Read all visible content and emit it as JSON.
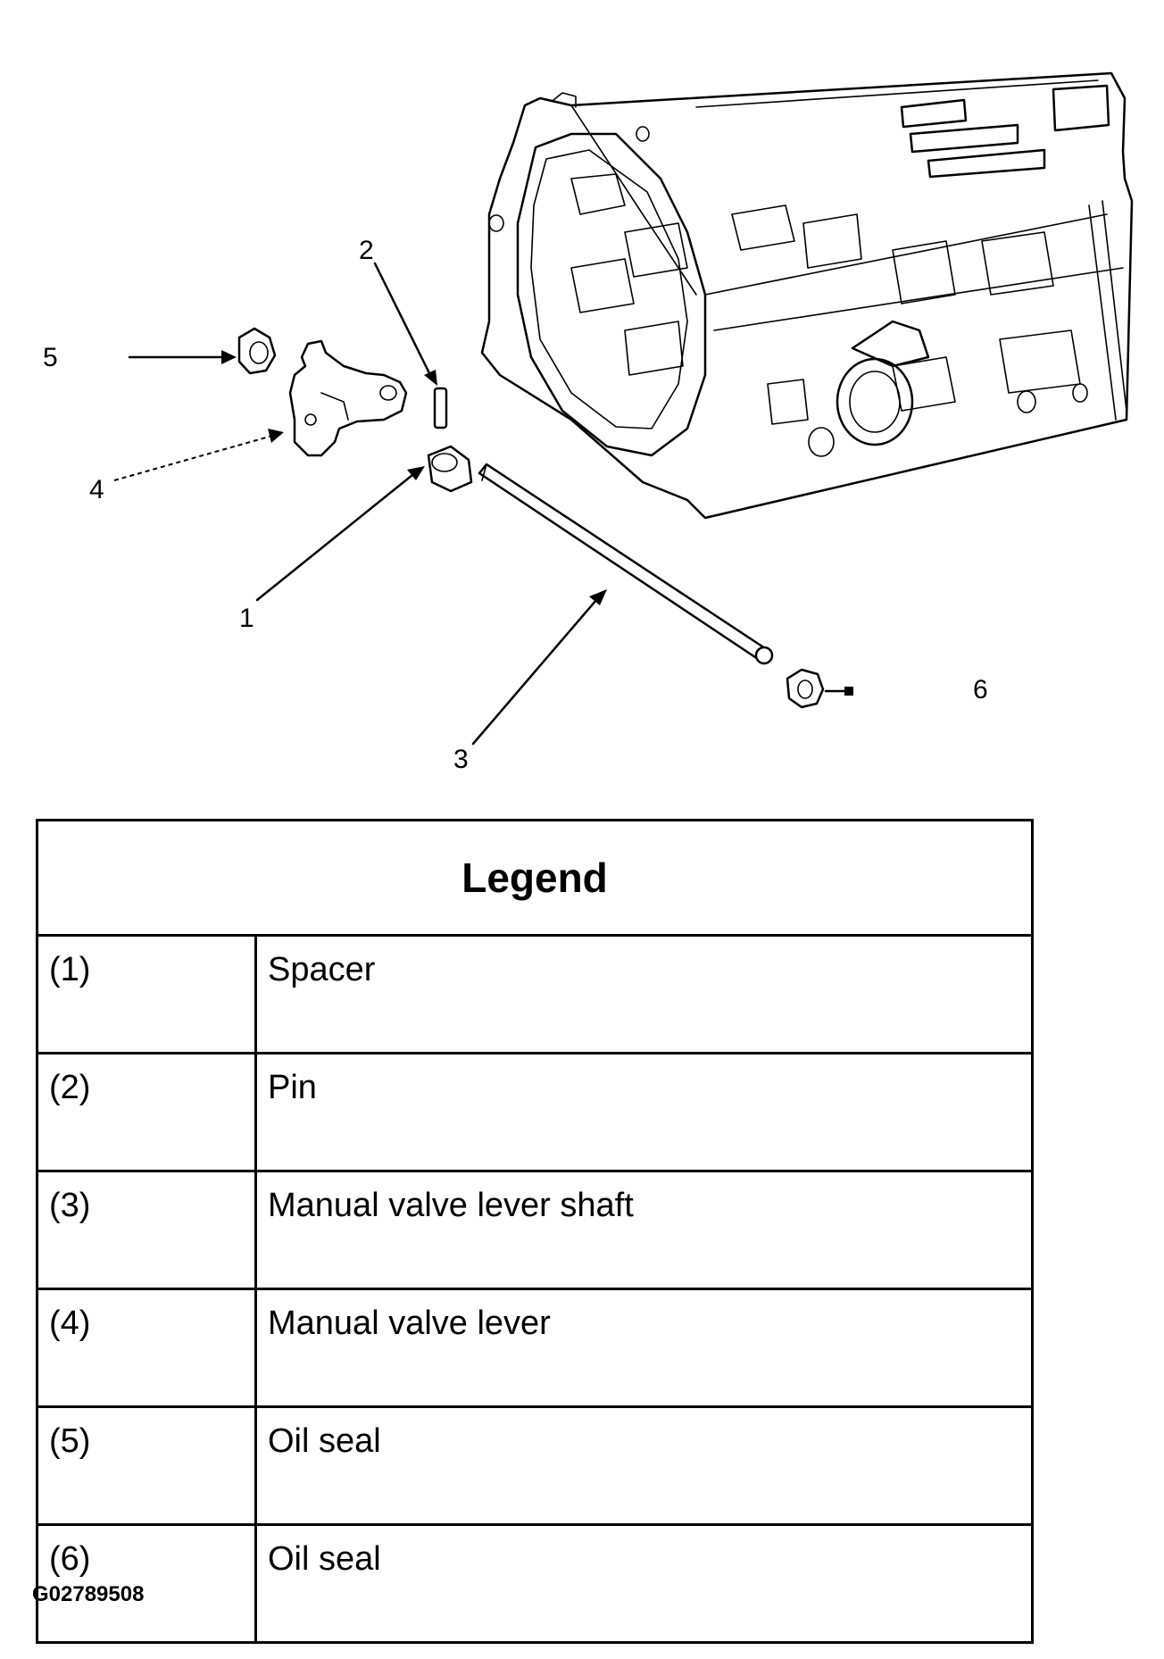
{
  "diagram": {
    "callouts": [
      "1",
      "2",
      "3",
      "4",
      "5",
      "6"
    ]
  },
  "legend": {
    "title": "Legend",
    "rows": [
      {
        "number": "(1)",
        "description": "Spacer"
      },
      {
        "number": "(2)",
        "description": "Pin"
      },
      {
        "number": "(3)",
        "description": "Manual valve lever shaft"
      },
      {
        "number": "(4)",
        "description": "Manual valve lever"
      },
      {
        "number": "(5)",
        "description": "Oil seal"
      },
      {
        "number": "(6)",
        "description": "Oil seal"
      }
    ]
  },
  "figure_id": "G02789508"
}
